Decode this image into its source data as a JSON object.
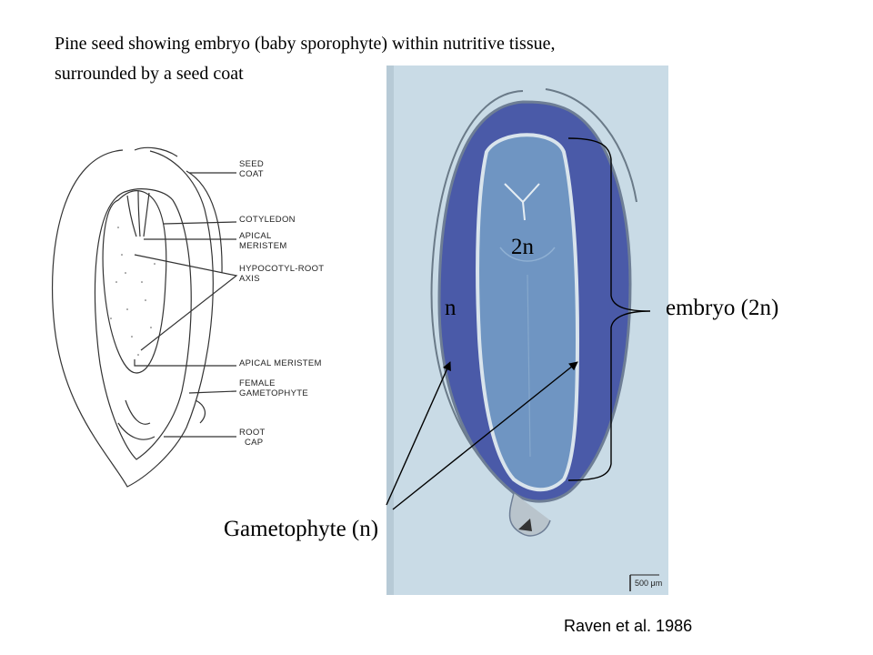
{
  "caption": {
    "line1": "Pine seed showing embryo (baby sporophyte) within nutritive tissue,",
    "line2": "surrounded by a seed coat"
  },
  "drawing_labels": {
    "seed_coat": [
      "SEED",
      "COAT"
    ],
    "cotyledon": "COTYLEDON",
    "apical_meristem_top": [
      "APICAL",
      "MERISTEM"
    ],
    "hypocotyl_root_axis": [
      "HYPOCOTYL-ROOT",
      "AXIS"
    ],
    "apical_meristem_bottom": "APICAL  MERISTEM",
    "female_gametophyte": [
      "FEMALE",
      "GAMETOPHYTE"
    ],
    "root_cap": [
      "ROOT",
      "CAP"
    ]
  },
  "photo_labels": {
    "embryo_ploidy": "2n",
    "tissue_ploidy": "n",
    "embryo": "embryo  (2n)",
    "gametophyte": "Gametophyte  (n)",
    "scale_bar": "500 μm"
  },
  "credit": "Raven et al. 1986",
  "colors": {
    "gametophyte_tissue": "#4a5aa8",
    "embryo_tissue": "#6f95c2",
    "photo_background": "#c9dbe6",
    "line_art": "#333333"
  }
}
